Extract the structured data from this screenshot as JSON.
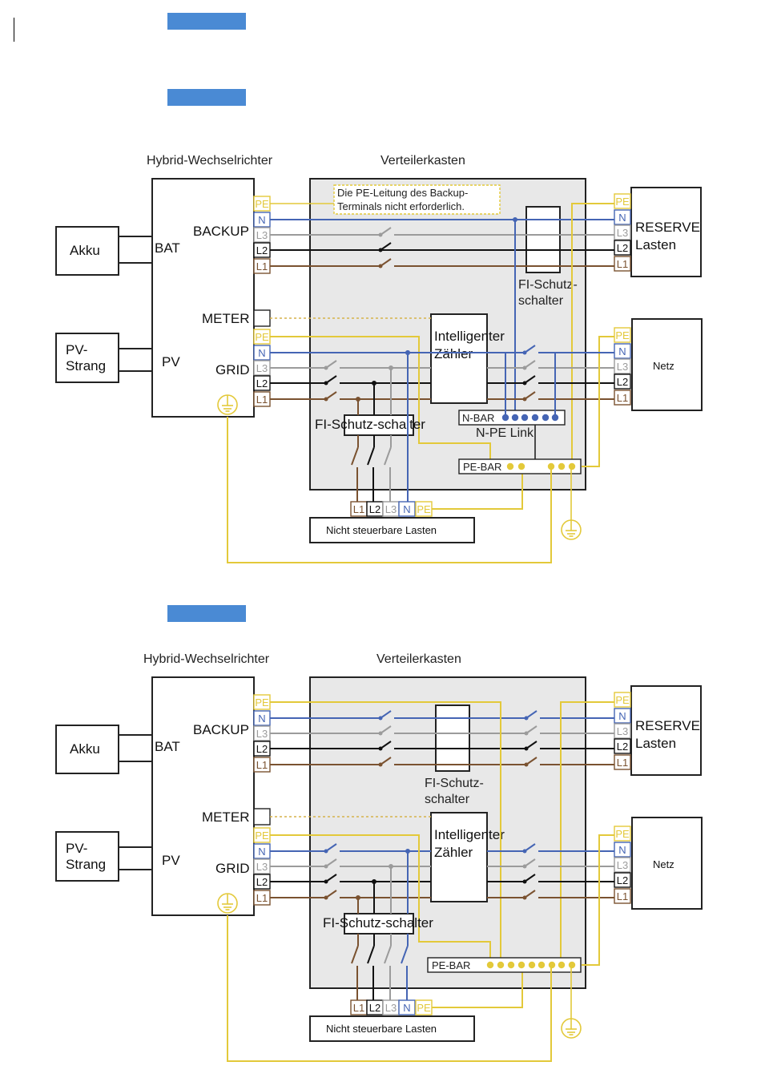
{
  "colors": {
    "N": "#4565b4",
    "L3": "#9b9b9b",
    "L2": "#111111",
    "L1": "#7a5230",
    "PE": "#e3c93a",
    "box_fill": "#e8e8e8",
    "header_bar": "#4a8ad4"
  },
  "terminals": [
    "PE",
    "N",
    "L3",
    "L2",
    "L1"
  ],
  "load_terminals": [
    "L1",
    "L2",
    "L3",
    "N",
    "PE"
  ],
  "diagram1": {
    "inverter_title": "Hybrid-Wechselrichter",
    "box_title": "Verteilerkasten",
    "akku": "Akku",
    "bat": "BAT",
    "pv_strang_1": "PV-",
    "pv_strang_2": "Strang",
    "pv": "PV",
    "backup": "BACKUP",
    "meter": "METER",
    "grid": "GRID",
    "note_1": "Die PE-Leitung des Backup-",
    "note_2": "Terminals nicht erforderlich.",
    "rcd_top_1": "FI-Schutz-",
    "rcd_top_2": "schalter",
    "meter_1": "Intelligenter",
    "meter_2": "Zähler",
    "rcd_bottom": "FI-Schutz-schalter",
    "nbar": "N-BAR",
    "npe_link": "N-PE Link",
    "pebar": "PE-BAR",
    "reserve_1": "RESERVE",
    "reserve_2": "Lasten",
    "netz": "Netz",
    "loads": "Nicht steuerbare Lasten"
  },
  "diagram2": {
    "inverter_title": "Hybrid-Wechselrichter",
    "box_title": "Verteilerkasten",
    "akku": "Akku",
    "bat": "BAT",
    "pv_strang_1": "PV-",
    "pv_strang_2": "Strang",
    "pv": "PV",
    "backup": "BACKUP",
    "meter": "METER",
    "grid": "GRID",
    "rcd_top_1": "FI-Schutz-",
    "rcd_top_2": "schalter",
    "meter_1": "Intelligenter",
    "meter_2": "Zähler",
    "rcd_bottom": "FI-Schutz-schalter",
    "pebar": "PE-BAR",
    "reserve_1": "RESERVE",
    "reserve_2": "Lasten",
    "netz": "Netz",
    "loads": "Nicht steuerbare Lasten"
  }
}
